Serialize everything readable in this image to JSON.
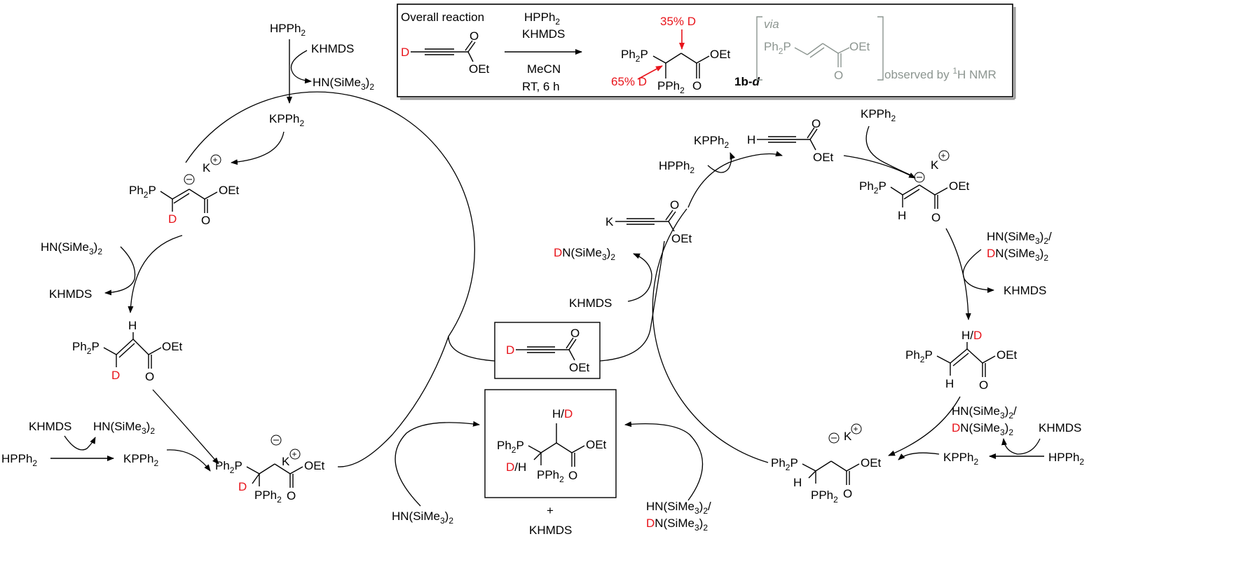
{
  "overall": {
    "header": "Overall reaction",
    "reagent1": "HPPh",
    "reagent1_sub": "2",
    "reagent2": "KHMDS",
    "solvent": "MeCN",
    "conditions": "RT, 6 h",
    "pct_top": "35% D",
    "pct_left": "65% D",
    "compound_label": "1b-",
    "compound_label_italic": "d",
    "via": "via",
    "observed": "observed by ",
    "observed_sup": "1",
    "observed_rest": "H NMR"
  },
  "atoms": {
    "D": "D",
    "H": "H",
    "K": "K",
    "O": "O",
    "OEt": "OEt",
    "Ph": "Ph",
    "P": "P",
    "PPh": "PPh",
    "sub2": "2",
    "plus": "+",
    "minus": "−",
    "slash": "/"
  },
  "reagents": {
    "HPPh2": "HPPh",
    "KPPh2": "KPPh",
    "KHMDS": "KHMDS",
    "HN_pre": "HN(SiMe",
    "HN_post": ")",
    "DN_pre": "N(SiMe",
    "sub3": "3",
    "sub2": "2"
  },
  "colors": {
    "red": "#e8141b",
    "grey": "#8c9590",
    "black": "#000000"
  }
}
